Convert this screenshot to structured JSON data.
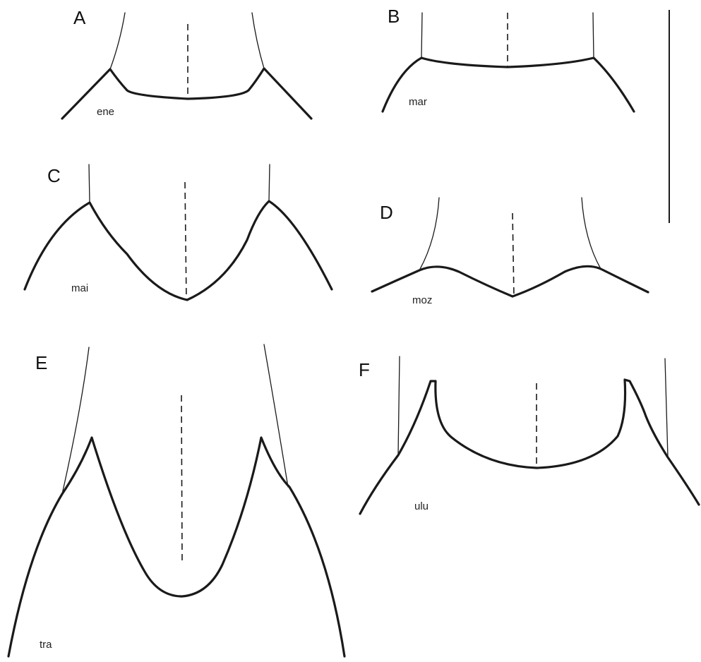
{
  "panels": [
    {
      "letter": "A",
      "species": "ene"
    },
    {
      "letter": "B",
      "species": "mar"
    },
    {
      "letter": "C",
      "species": "mai"
    },
    {
      "letter": "D",
      "species": "moz"
    },
    {
      "letter": "E",
      "species": "tra"
    },
    {
      "letter": "F",
      "species": "ulu"
    }
  ]
}
